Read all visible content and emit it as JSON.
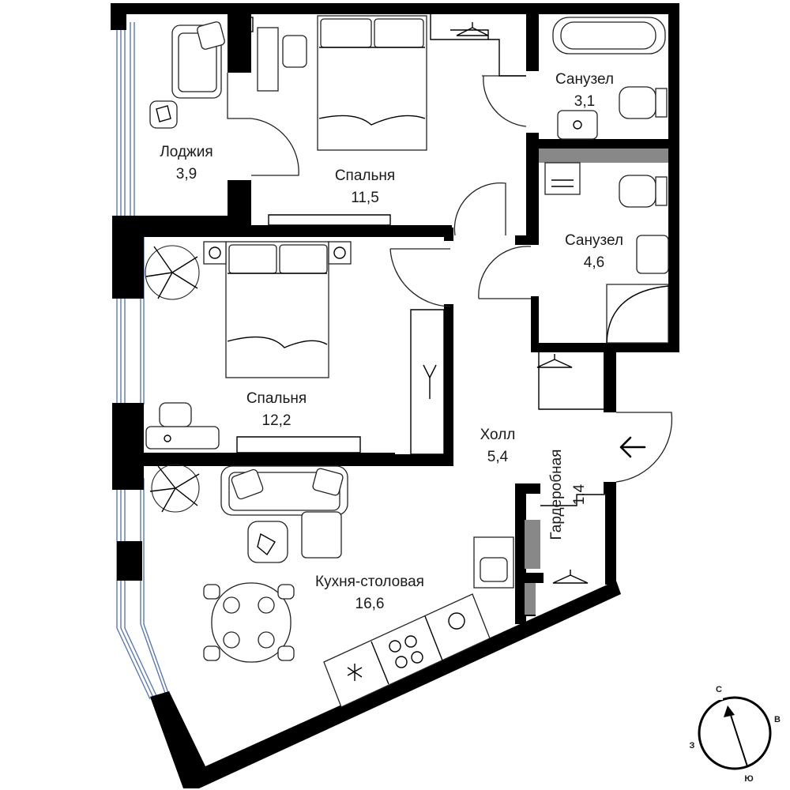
{
  "rooms": [
    {
      "name": "Лоджия",
      "area": "3,9"
    },
    {
      "name": "Спальня",
      "area": "11,5"
    },
    {
      "name": "Санузел",
      "area": "3,1"
    },
    {
      "name": "Санузел",
      "area": "4,6"
    },
    {
      "name": "Спальня",
      "area": "12,2"
    },
    {
      "name": "Холл",
      "area": "5,4"
    },
    {
      "name": "Гардеробная",
      "area": "1,4"
    },
    {
      "name": "Кухня-столовая",
      "area": "16,6"
    }
  ],
  "compass": {
    "north": "С",
    "east": "В",
    "south": "Ю",
    "west": "З"
  },
  "icons": {
    "entrance": "arrow-left-icon",
    "compass": "compass-arrow-icon"
  }
}
